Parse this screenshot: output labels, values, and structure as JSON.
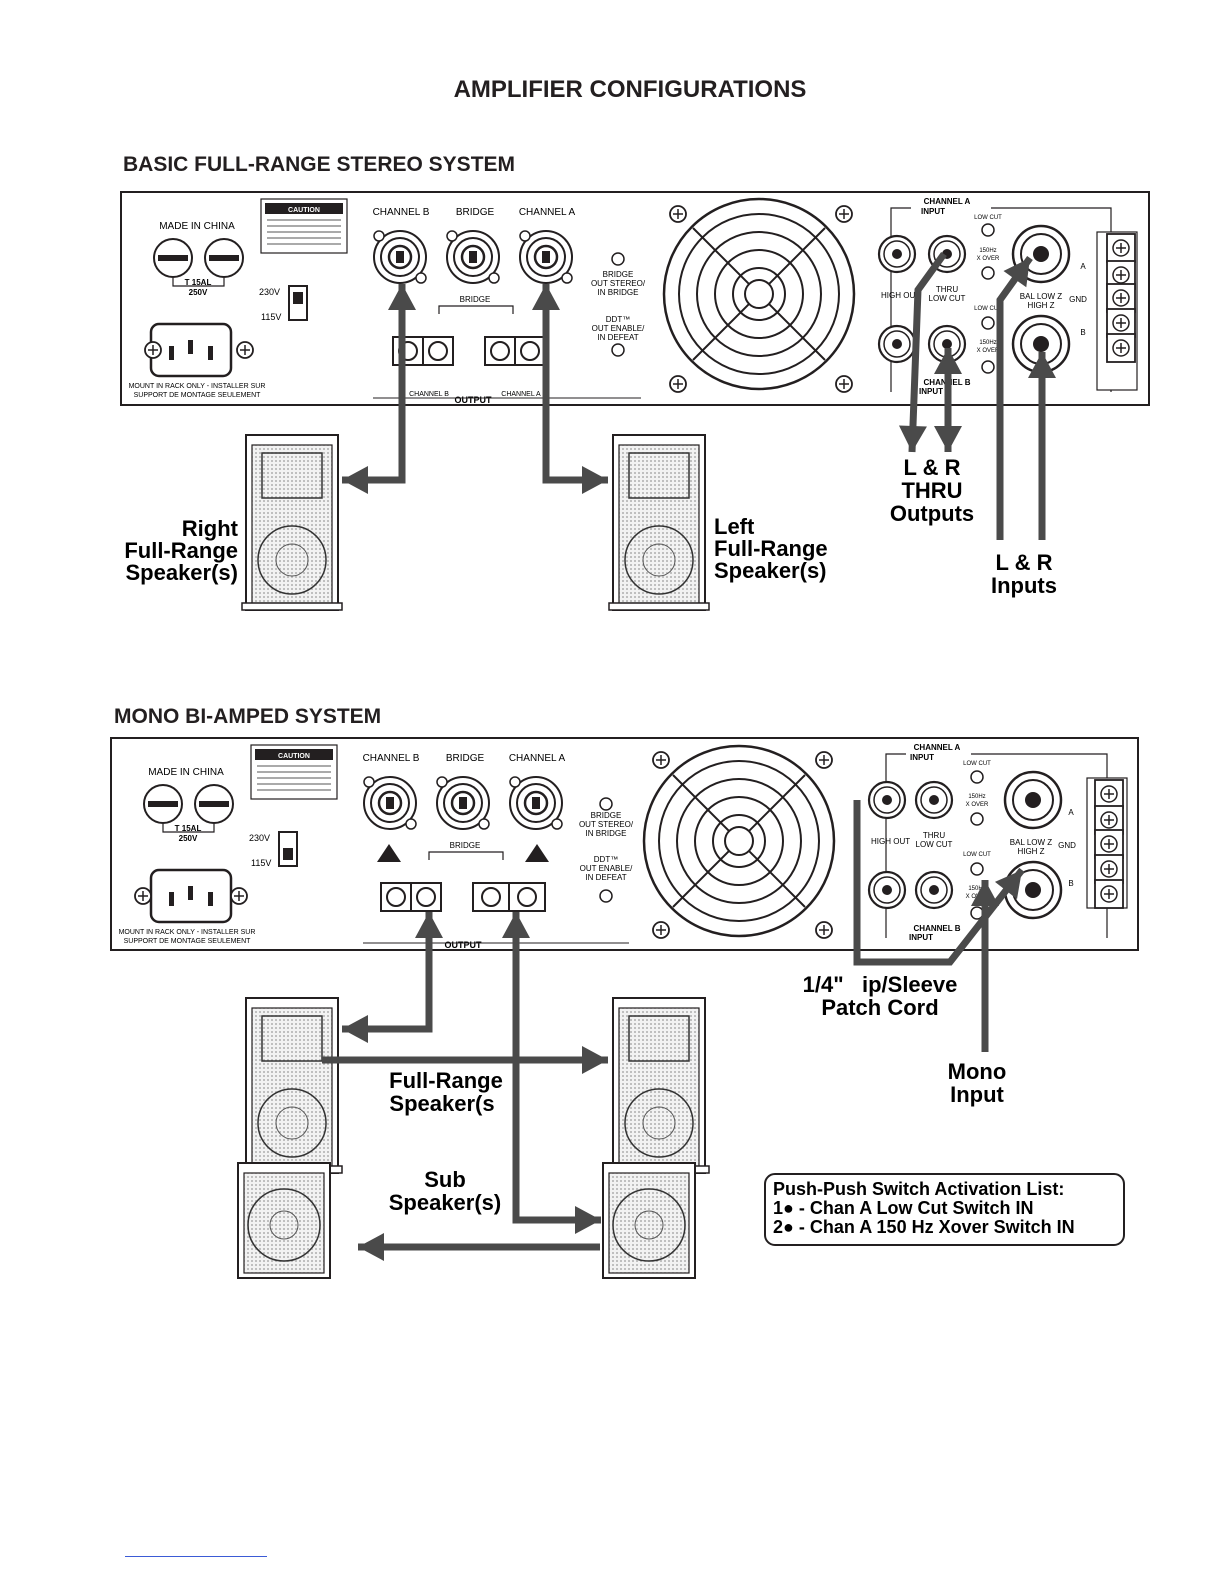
{
  "page_title": "AMPLIFIER CONFIGURATIONS",
  "panel_labels": {
    "made_in": "MADE IN CHINA",
    "fuse": "T 15AL",
    "fuse_v": "250V",
    "v230": "230V",
    "v115": "115V",
    "rack_note_1": "MOUNT IN RACK ONLY - INSTALLER SUR",
    "rack_note_2": "SUPPORT DE MONTAGE SEULEMENT",
    "caution": "CAUTION",
    "ch_b": "CHANNEL B",
    "bridge": "BRIDGE",
    "ch_a": "CHANNEL A",
    "bridge_sw_1": "BRIDGE",
    "bridge_sw_2": "OUT STEREO/",
    "bridge_sw_3": "IN BRIDGE",
    "ddt_1": "DDT™",
    "ddt_2": "OUT ENABLE/",
    "ddt_3": "IN DEFEAT",
    "output": "OUTPUT",
    "ch_a_input_1": "CHANNEL A",
    "ch_b_input_1": "CHANNEL B",
    "input": "INPUT",
    "low_cut": "LOW CUT",
    "xover_1": "150Hz",
    "xover_2": "X OVER",
    "high_out": "HIGH OUT",
    "thru": "THRU",
    "bal_1": "BAL LOW Z",
    "bal_2": "HIGH Z",
    "gnd": "GND",
    "term_a": "A",
    "term_b": "B",
    "plus": "+",
    "minus": "-"
  },
  "section1": {
    "title": "BASIC FULL-RANGE STEREO SYSTEM",
    "right_speaker": [
      "Right",
      "Full-Range",
      "Speaker(s)"
    ],
    "left_speaker": [
      "Left",
      "Full-Range",
      "Speaker(s)"
    ],
    "thru_outputs": [
      "L & R",
      "THRU",
      "Outputs"
    ],
    "inputs": [
      "L & R",
      "Inputs"
    ]
  },
  "section2": {
    "title": "MONO BI-AMPED SYSTEM",
    "patch_cord": [
      "1/4\"   ip/Sleeve",
      "Patch Cord"
    ],
    "mono_input": [
      "Mono",
      "Input"
    ],
    "full_range": [
      "Full-Range",
      "Speaker(s"
    ],
    "sub": [
      "Sub",
      "Speaker(s)"
    ],
    "switch_list": {
      "title": "Push-Push Switch Activation List:",
      "items": [
        "1● - Chan A Low Cut Switch IN",
        "2● - Chan A 150 Hz Xover Switch IN"
      ]
    }
  },
  "colors": {
    "ink": "#231f20",
    "arrow": "#4a4a4a",
    "footer_line": "#3b5bd6"
  }
}
